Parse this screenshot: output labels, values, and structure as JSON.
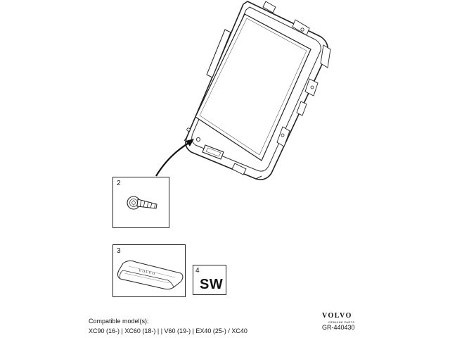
{
  "callouts": {
    "item2": "2",
    "item3": "3",
    "item4": "4",
    "item4_label": "SW",
    "case_print": "VOLVO"
  },
  "footer": {
    "compat_label": "Compatible model(s):",
    "compat_models": "XC90 (16-) | XC60 (18-) |  | V60 (19-) | EX40 (25-) / XC40",
    "brand_name": "VOLVO",
    "brand_sub": "GENUINE PARTS",
    "ref_number": "GR-440430"
  }
}
